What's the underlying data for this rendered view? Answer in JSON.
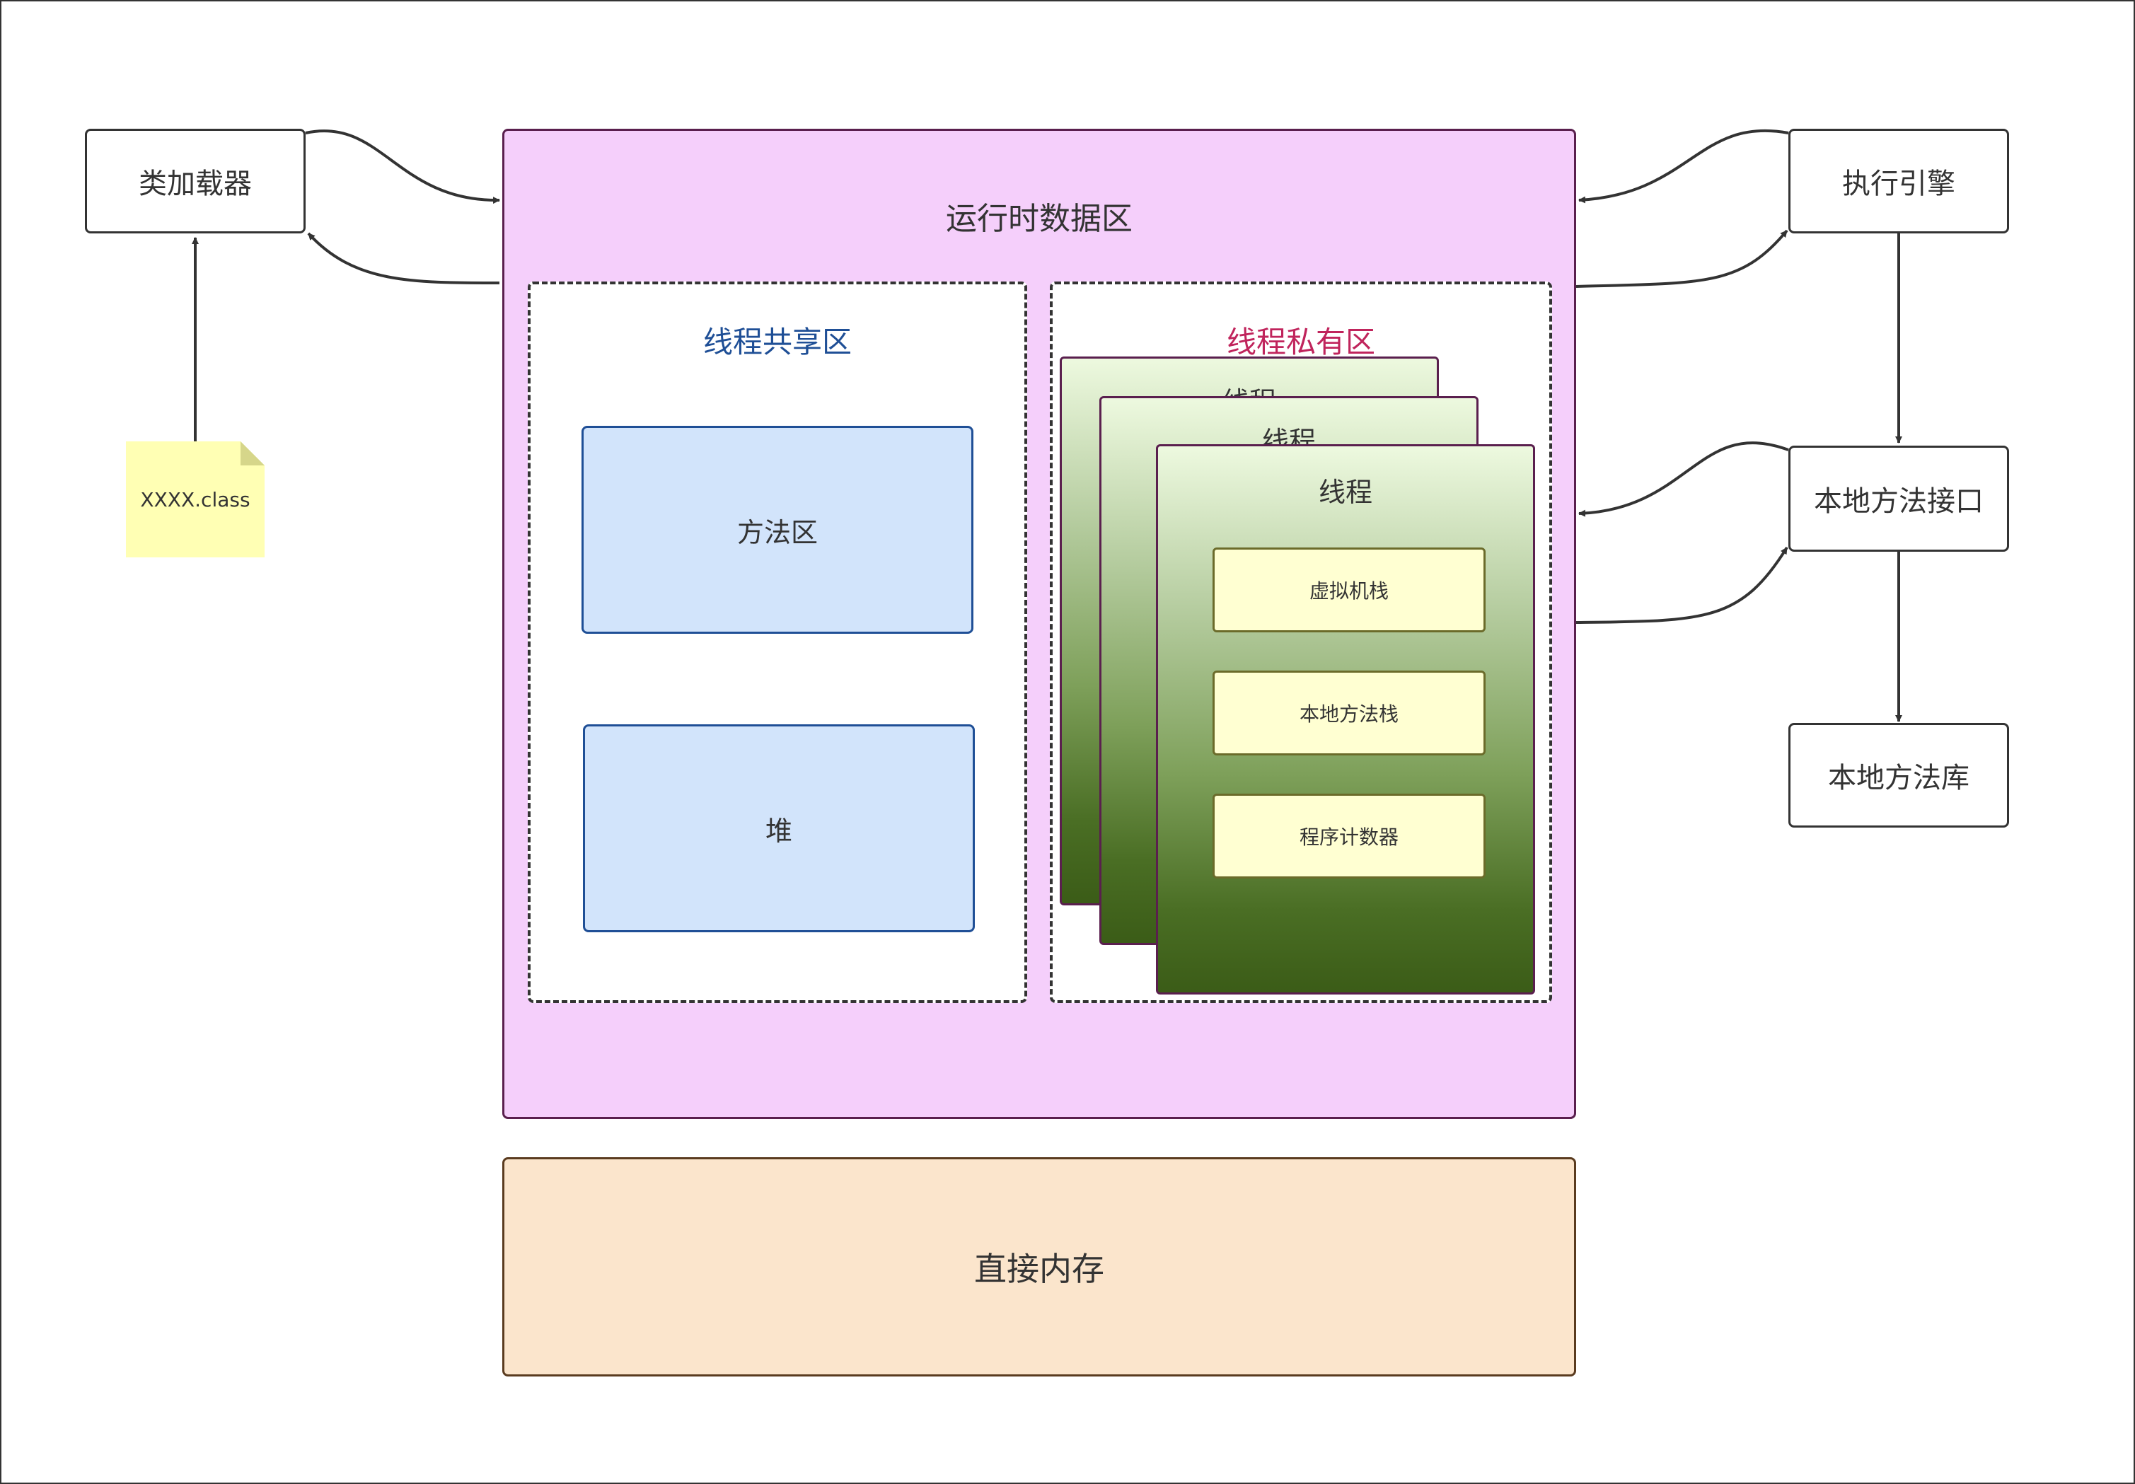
{
  "diagram": {
    "class_loader": "类加载器",
    "class_file": "XXXX.class",
    "runtime_area": "运行时数据区",
    "shared_area": {
      "title": "线程共享区",
      "items": [
        "方法区",
        "堆"
      ]
    },
    "private_area": {
      "title": "线程私有区",
      "threads": [
        "线程",
        "线程",
        "线程"
      ],
      "items": [
        "虚拟机栈",
        "本地方法栈",
        "程序计数器"
      ]
    },
    "execution_engine": "执行引擎",
    "native_interface": "本地方法接口",
    "native_library": "本地方法库",
    "direct_memory": "直接内存"
  },
  "colors": {
    "runtime_fill": "#f5cffb",
    "shared_title": "#1f4f96",
    "private_title": "#c0245c",
    "blue_fill": "#d2e4fb",
    "yellow_fill": "#ffffd2",
    "direct_fill": "#fbe5cc",
    "note_fill": "#ffffb4"
  }
}
